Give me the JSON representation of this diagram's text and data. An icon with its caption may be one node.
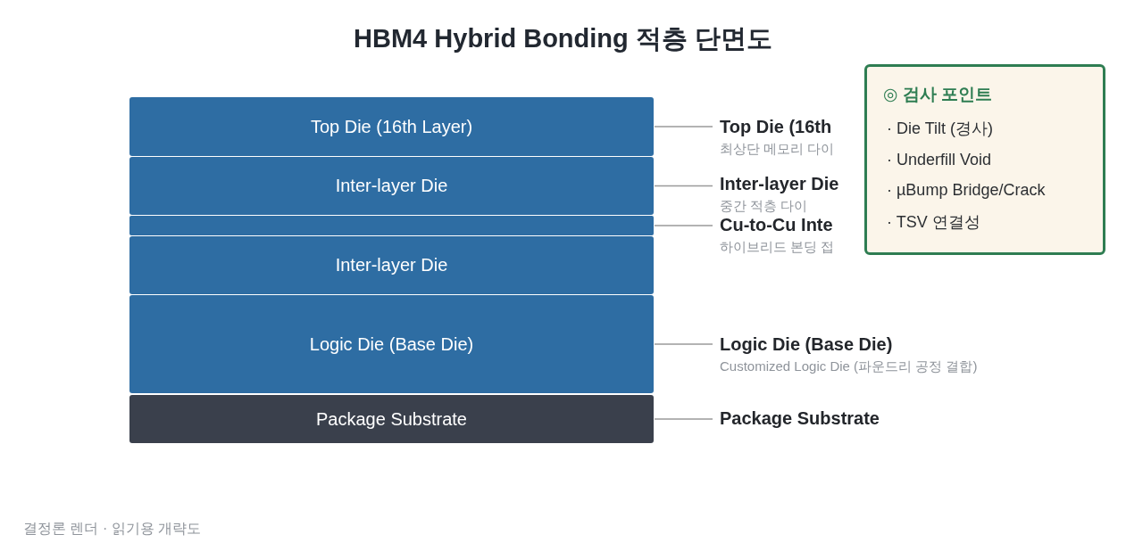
{
  "diagram": {
    "title": "HBM4 Hybrid Bonding 적층 단면도",
    "nodes": [
      {
        "text": [
          "Top Die (16th Layer)"
        ]
      },
      {
        "text": [
          "Inter-layer Die"
        ]
      },
      {
        "text": [],
        "shape": "bar"
      },
      {
        "text": [
          "Inter-layer Die"
        ]
      },
      {
        "text": [
          "Logic Die (Base Die)"
        ]
      },
      {
        "text": [
          "Package Substrate"
        ]
      },
      {
        "text": [
          "Top Die (16th",
          "최상단 메모리 다이"
        ]
      },
      {
        "text": [
          "Inter-layer Die",
          "중간 적층 다이"
        ]
      },
      {
        "text": [
          "Cu-to-Cu Inte",
          "하이브리드 본딩 접"
        ]
      },
      {
        "text": [
          "Logic Die (Base Die)",
          "Customized Logic Die (파운드리 공정 결합)"
        ]
      },
      {
        "text": [
          "Package Substrate"
        ]
      },
      {
        "text": [
          "◎ 검사 포인트",
          "· Die Tilt (경사)",
          "· Underfill Void",
          "· µBump Bridge/Crack",
          "· TSV 연결성"
        ]
      }
    ],
    "edges": [
      {
        "from": 6,
        "to": 0,
        "arrow": "none"
      },
      {
        "from": 7,
        "to": 1,
        "arrow": "none"
      },
      {
        "from": 8,
        "to": 2,
        "arrow": "none"
      },
      {
        "from": 9,
        "to": 4,
        "arrow": "none"
      },
      {
        "from": 10,
        "to": 5,
        "arrow": "none"
      }
    ],
    "labels": [
      "결정론 렌더 · 읽기용 개략도"
    ]
  }
}
